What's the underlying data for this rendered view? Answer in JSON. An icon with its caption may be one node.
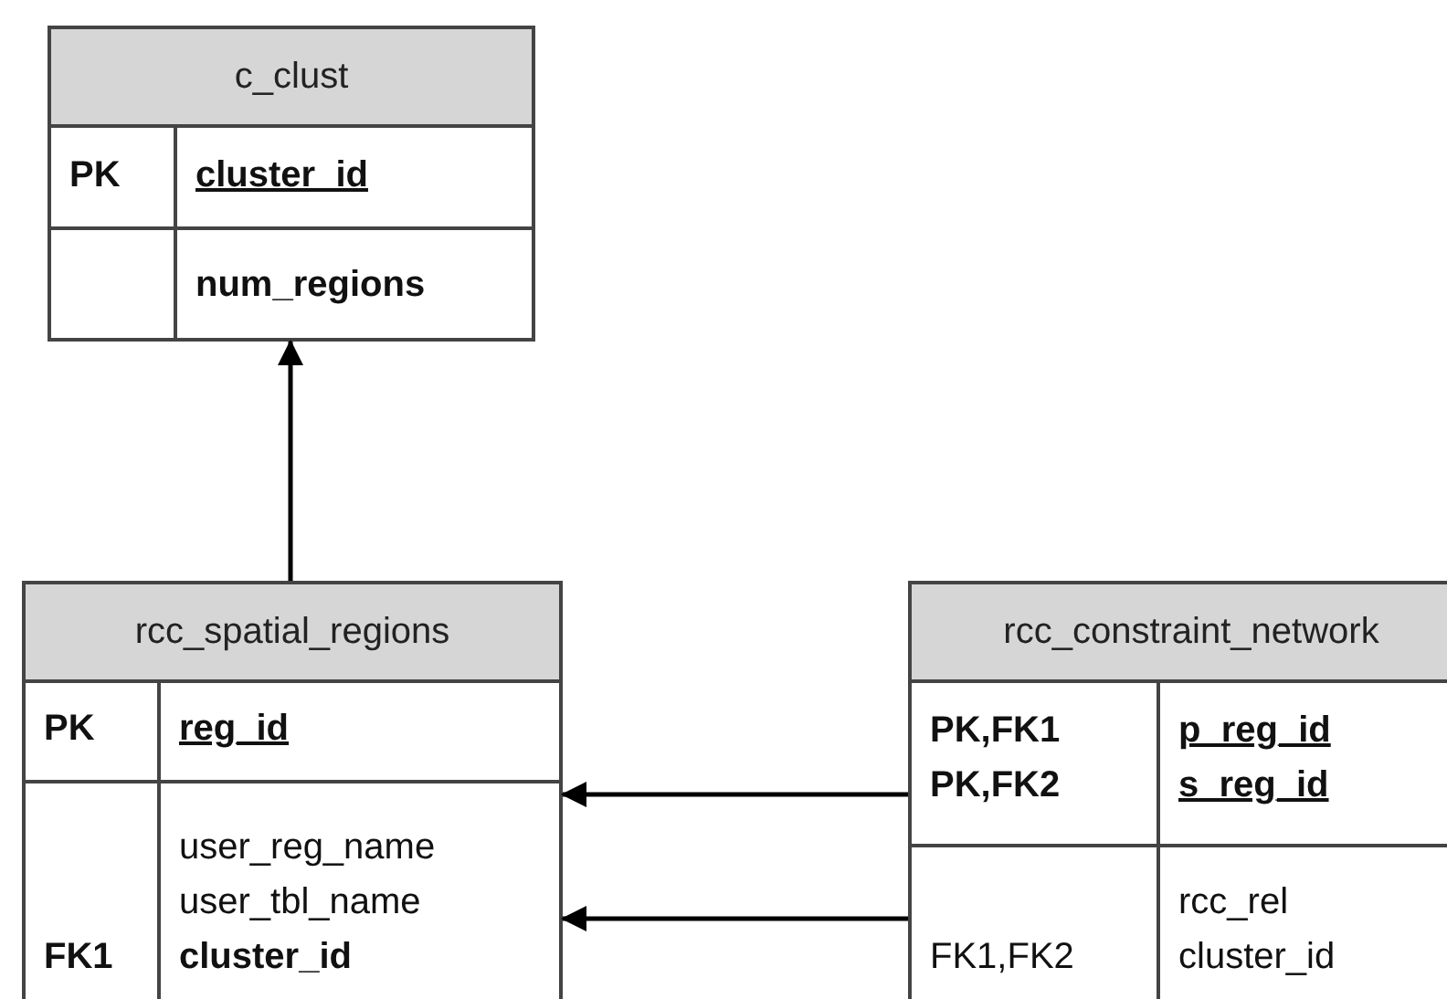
{
  "diagram": {
    "nodes": [
      {
        "text": [
          "c_clust"
        ]
      },
      {
        "text": [
          "PK",
          "cluster_id"
        ],
        "in": 0
      },
      {
        "text": [
          "num_regions"
        ],
        "in": 0
      },
      {
        "text": [
          "rcc_spatial_regions"
        ]
      },
      {
        "text": [
          "PK",
          "reg_id"
        ],
        "in": 3
      },
      {
        "text": [
          "user_reg_name"
        ],
        "in": 3
      },
      {
        "text": [
          "user_tbl_name"
        ],
        "in": 3
      },
      {
        "text": [
          "FK1",
          "cluster_id"
        ],
        "in": 3
      },
      {
        "text": [
          "rcc_constraint_network"
        ]
      },
      {
        "text": [
          "PK,FK1",
          "p_reg_id"
        ],
        "in": 8
      },
      {
        "text": [
          "PK,FK2",
          "s_reg_id"
        ],
        "in": 8
      },
      {
        "text": [
          "rcc_rel"
        ],
        "in": 8
      },
      {
        "text": [
          "FK1,FK2",
          "cluster_id"
        ],
        "in": 8
      }
    ],
    "edges": [
      {
        "from": 3,
        "to": 0,
        "arrow": "to"
      },
      {
        "from": 8,
        "to": 3,
        "arrow": "to"
      },
      {
        "from": 8,
        "to": 3,
        "arrow": "to"
      }
    ]
  }
}
